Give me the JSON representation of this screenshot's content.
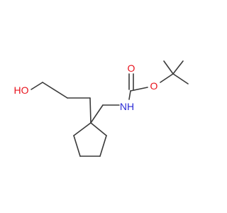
{
  "molecule": {
    "atoms": {
      "hydroxyl": {
        "text": "HO",
        "color": "#e8121c"
      },
      "carbonyl_o": {
        "text": "O",
        "color": "#e8121c"
      },
      "ester_o": {
        "text": "O",
        "color": "#e8121c"
      },
      "amine_n": {
        "text": "NH",
        "color": "#2b2bd6"
      }
    },
    "bond_color": "#3a3a3a"
  }
}
